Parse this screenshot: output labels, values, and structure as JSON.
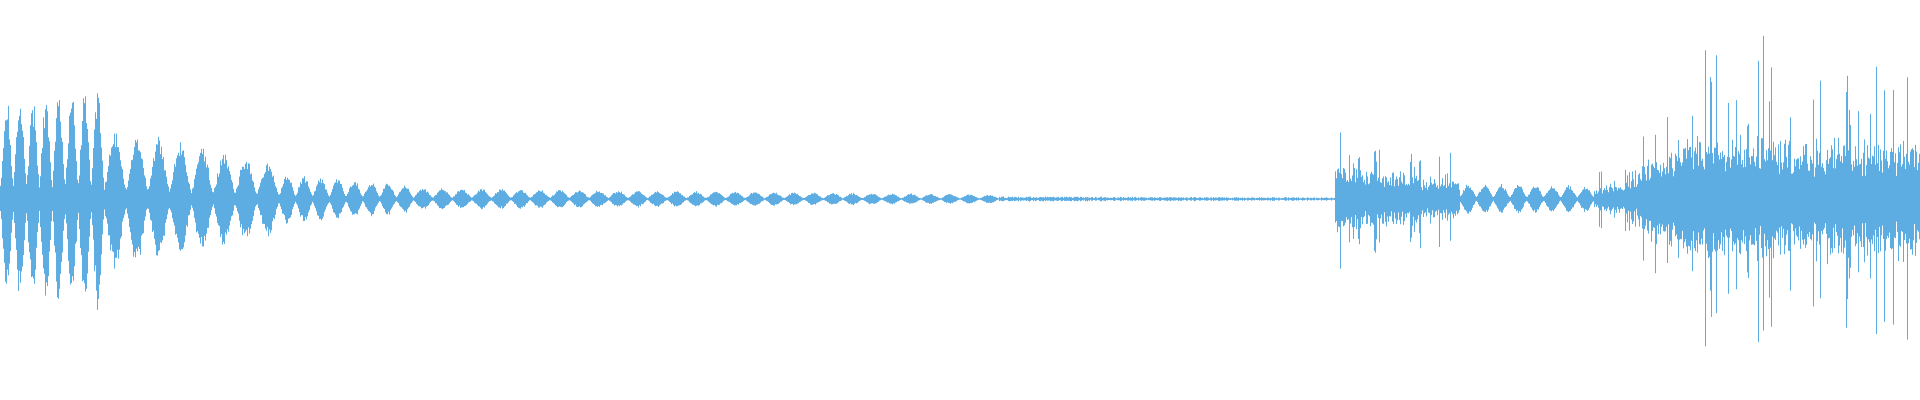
{
  "waveform": {
    "color": "#5dade2",
    "background": "#ffffff",
    "envelope_segments": [
      {
        "from": 0.0,
        "to": 0.054,
        "kind": "pulses",
        "pulse_count": 8,
        "start_amp": 0.44,
        "end_amp": 0.5,
        "depth": 0.35
      },
      {
        "from": 0.054,
        "to": 0.145,
        "kind": "pulses",
        "pulse_count": 8,
        "start_amp": 0.33,
        "end_amp": 0.16,
        "depth": 0.2
      },
      {
        "from": 0.145,
        "to": 0.215,
        "kind": "pulses",
        "pulse_count": 8,
        "start_amp": 0.12,
        "end_amp": 0.06,
        "depth": 0.05
      },
      {
        "from": 0.215,
        "to": 0.52,
        "kind": "pulses",
        "pulse_count": 30,
        "start_amp": 0.05,
        "end_amp": 0.02,
        "depth": 0.02
      },
      {
        "from": 0.52,
        "to": 0.695,
        "kind": "flat",
        "start_amp": 0.012,
        "end_amp": 0.008
      },
      {
        "from": 0.695,
        "to": 0.76,
        "kind": "noise",
        "start_amp": 0.16,
        "end_amp": 0.09,
        "spikes": 0.18
      },
      {
        "from": 0.76,
        "to": 0.83,
        "kind": "pulses",
        "pulse_count": 8,
        "start_amp": 0.07,
        "end_amp": 0.06,
        "depth": 0.02
      },
      {
        "from": 0.83,
        "to": 0.855,
        "kind": "noise",
        "start_amp": 0.05,
        "end_amp": 0.12,
        "spikes": 0.1
      },
      {
        "from": 0.855,
        "to": 0.88,
        "kind": "noise",
        "start_amp": 0.2,
        "end_amp": 0.28,
        "spikes": 0.4
      },
      {
        "from": 0.88,
        "to": 1.0,
        "kind": "noise",
        "start_amp": 0.3,
        "end_amp": 0.28,
        "spikes": 0.55
      }
    ]
  }
}
